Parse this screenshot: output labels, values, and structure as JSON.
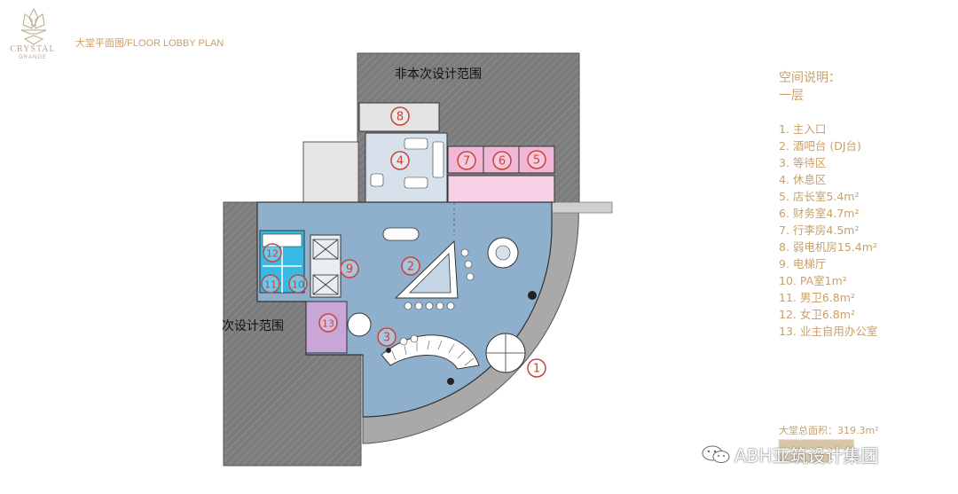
{
  "header": {
    "brand_name": "CRYSTAL",
    "brand_sub": "ORANGE",
    "title": "大堂平面图/FLOOR LOBBY PLAN"
  },
  "plan": {
    "out_of_scope_top": "非本次设计范围",
    "out_of_scope_left": "次设计范围",
    "markers": [
      "1",
      "2",
      "3",
      "4",
      "5",
      "6",
      "7",
      "8",
      "9",
      "10",
      "11",
      "12",
      "13"
    ],
    "colors": {
      "lobby": "#8fb0cc",
      "service": "#d6e1ec",
      "pink": "#f1b7d6",
      "purple": "#c9a6d8",
      "cyan": "#37b9e6",
      "grey_out": "#7c7c7c",
      "curve_terrace": "#a9a9a9",
      "marker": "#c8453c"
    }
  },
  "legend": {
    "heading": "空间说明：",
    "floor": "一层",
    "items": [
      "1. 主入口",
      "2. 酒吧台 (DJ台)",
      "3. 等待区",
      "4. 休息区",
      "5. 店长室5.4m²",
      "6. 财务室4.7m²",
      "7. 行李房4.5m²",
      "8. 弱电机房15.4m²",
      "9. 电梯厅",
      "10. PA室1m²",
      "11. 男卫6.8m²",
      "12. 女卫6.8m²",
      "13. 业主自用办公室"
    ]
  },
  "area_note": {
    "total": "大堂总面积：319.3m²"
  },
  "watermark": {
    "text": "ABH亚筑设计集团",
    "icon": "wechat-icon"
  }
}
